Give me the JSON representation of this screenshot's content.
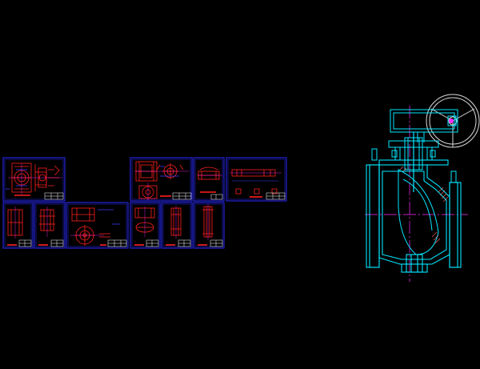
{
  "viewer": {
    "background": "#000000",
    "colors": {
      "sheet_frame": "#2a2aff",
      "geometry": "#ff1f1f",
      "outline": "#00e6ff",
      "handwheel": "#d9d9d9",
      "centerline": "#ff2bff",
      "hatch": "#ff6a6a",
      "title_block": "#ffffff"
    }
  },
  "drawing": {
    "sheets": [
      {
        "id": "sheet-1",
        "content": "valve-body-section"
      },
      {
        "id": "sheet-2",
        "content": "casting-views"
      },
      {
        "id": "sheet-3",
        "content": "bonnet-detail"
      },
      {
        "id": "sheet-4",
        "content": "stem-detail"
      },
      {
        "id": "sheet-5",
        "content": "small-part-a"
      },
      {
        "id": "sheet-6",
        "content": "small-part-b"
      },
      {
        "id": "sheet-7",
        "content": "flange-and-plan"
      },
      {
        "id": "sheet-8",
        "content": "plug-views"
      },
      {
        "id": "sheet-9",
        "content": "seat-detail"
      },
      {
        "id": "sheet-10",
        "content": "shaft-detail"
      }
    ],
    "assembly": {
      "content": "gear-operated-valve-section",
      "operator": "handwheel"
    }
  }
}
